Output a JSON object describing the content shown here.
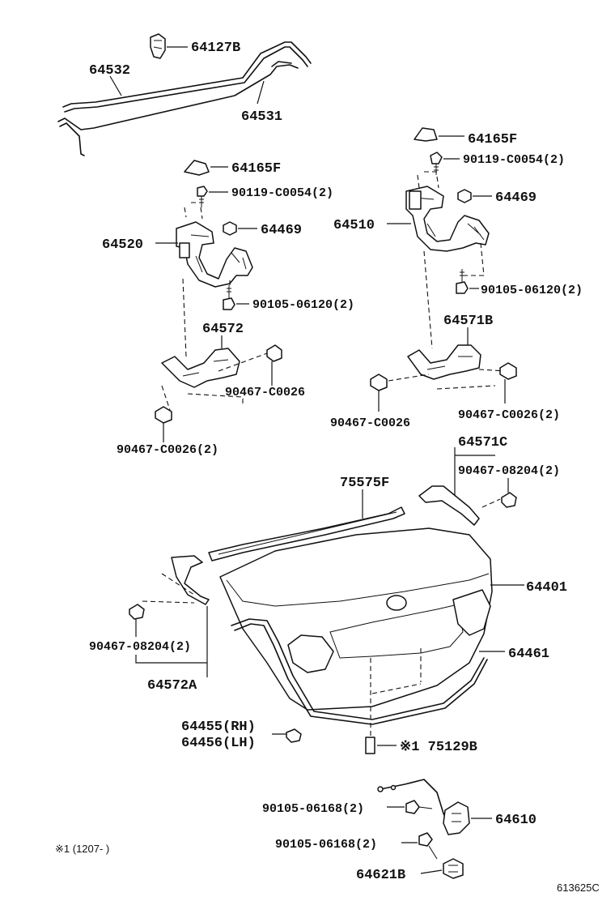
{
  "callouts": {
    "c64127B": "64127B",
    "c64532": "64532",
    "c64531": "64531",
    "c64165F_left": "64165F",
    "c64165F_right": "64165F",
    "c90119_left": "90119-C0054(2)",
    "c90119_right": "90119-C0054(2)",
    "c64469_left": "64469",
    "c64469_right": "64469",
    "c64520": "64520",
    "c64510": "64510",
    "c90105_06120_left": "90105-06120(2)",
    "c90105_06120_right": "90105-06120(2)",
    "c64572": "64572",
    "c64571B": "64571B",
    "c90467_C0026_mid": "90467-C0026",
    "c90467_C0026_left2": "90467-C0026(2)",
    "c90467_C0026_rleft": "90467-C0026",
    "c90467_C0026_right2": "90467-C0026(2)",
    "c64571C": "64571C",
    "c90467_08204_right": "90467-08204(2)",
    "c75575F": "75575F",
    "c64401": "64401",
    "c90467_08204_left": "90467-08204(2)",
    "c64572A": "64572A",
    "c64461": "64461",
    "c64455": "64455(RH)",
    "c64456": "64456(LH)",
    "c75129B": "※1 75129B",
    "c90105_06168_a": "90105-06168(2)",
    "c90105_06168_b": "90105-06168(2)",
    "c64610": "64610",
    "c64621B": "64621B"
  },
  "footnote": "※1 (1207-      )",
  "diagram_id": "613625C"
}
